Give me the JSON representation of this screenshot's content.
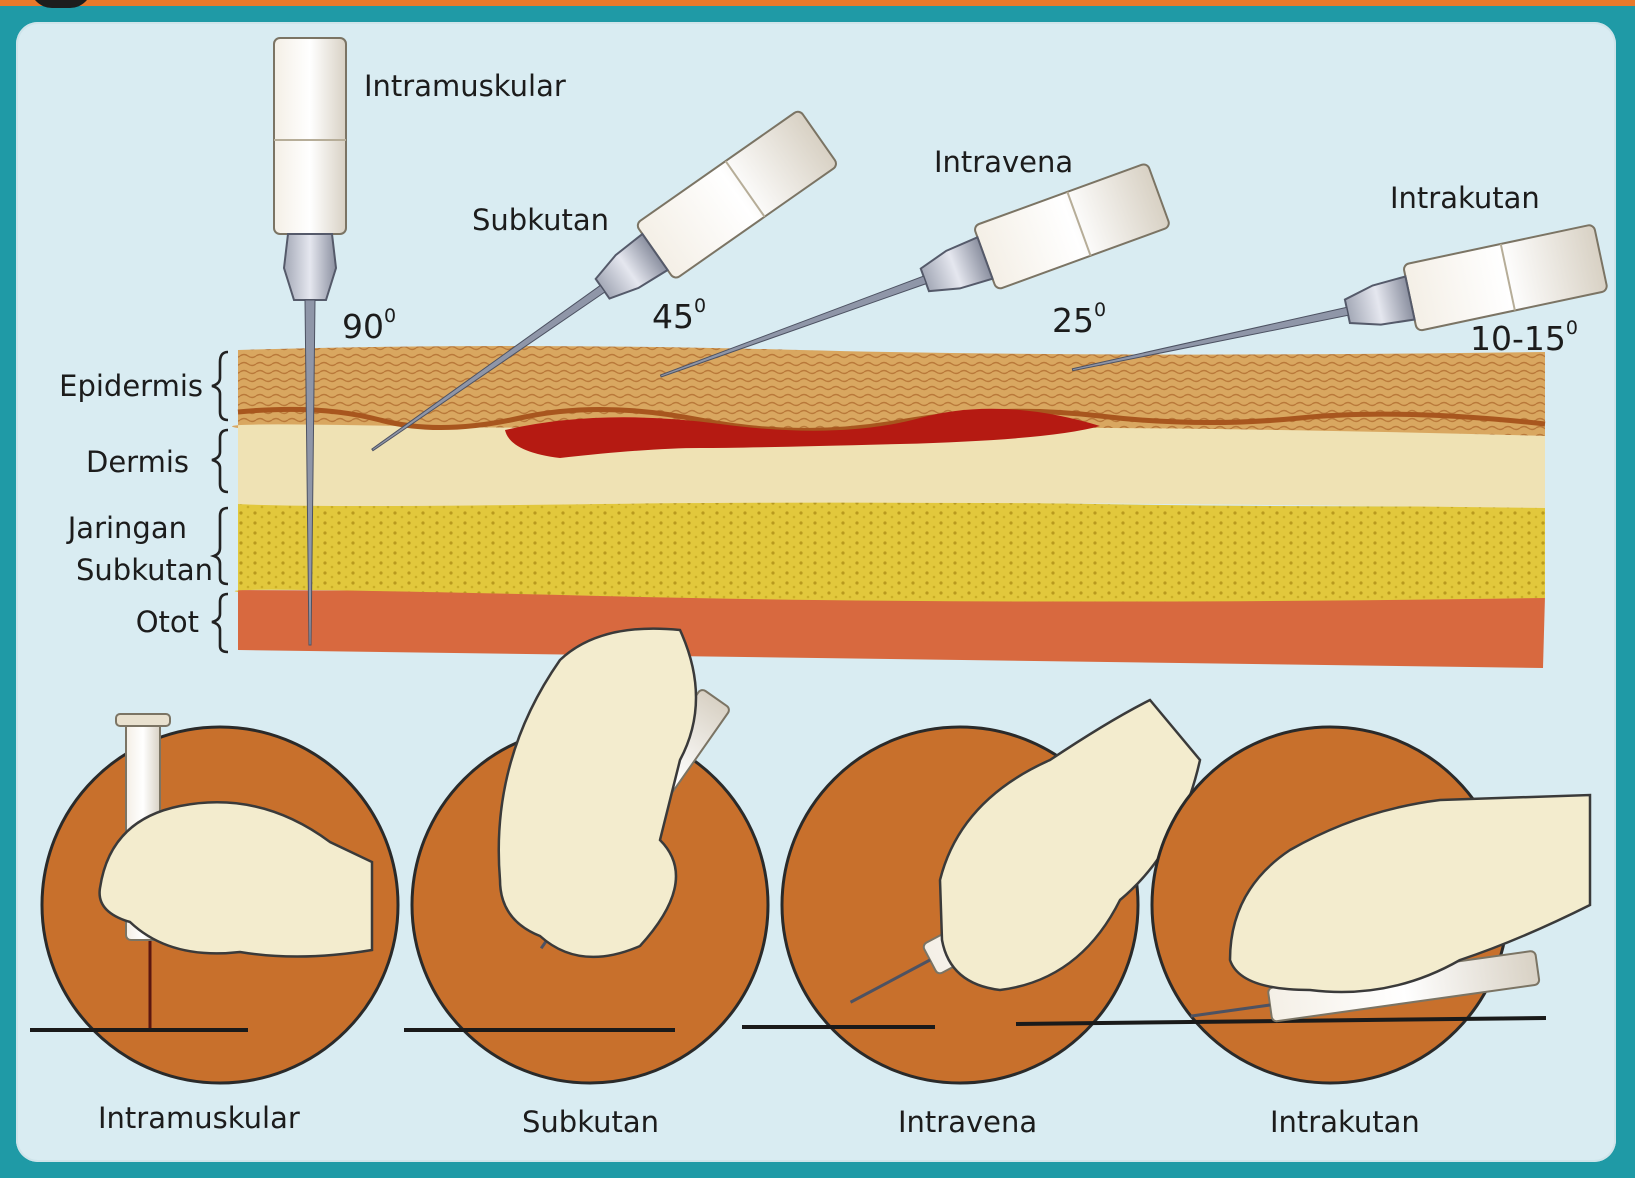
{
  "top_labels": {
    "intramuskular": "Intramuskular",
    "subkutan": "Subkutan",
    "intravena": "Intravena",
    "intrakutan": "Intrakutan"
  },
  "angles": {
    "intramuskular": {
      "value": "90",
      "unit": "0"
    },
    "subkutan": {
      "value": "45",
      "unit": "0"
    },
    "intravena": {
      "value": "25",
      "unit": "0"
    },
    "intrakutan": {
      "value": "10-15",
      "unit": "0"
    }
  },
  "layers": {
    "epidermis": "Epidermis",
    "dermis": "Dermis",
    "jaringan_line1": "Jaringan",
    "jaringan_line2": "Subkutan",
    "otot": "Otot"
  },
  "captions": [
    "Intramuskular",
    "Subkutan",
    "Intravena",
    "Intrakutan"
  ],
  "colors": {
    "frame": "#1f9aa6",
    "top_bar": "#e9792b",
    "background": "#d9ecf2",
    "epidermis": "#d9a760",
    "dermis": "#efe2b4",
    "subcutaneous": "#e2c83c",
    "muscle": "#d8693f",
    "vein": "#b51a12",
    "circle_skin": "#c8702c"
  }
}
